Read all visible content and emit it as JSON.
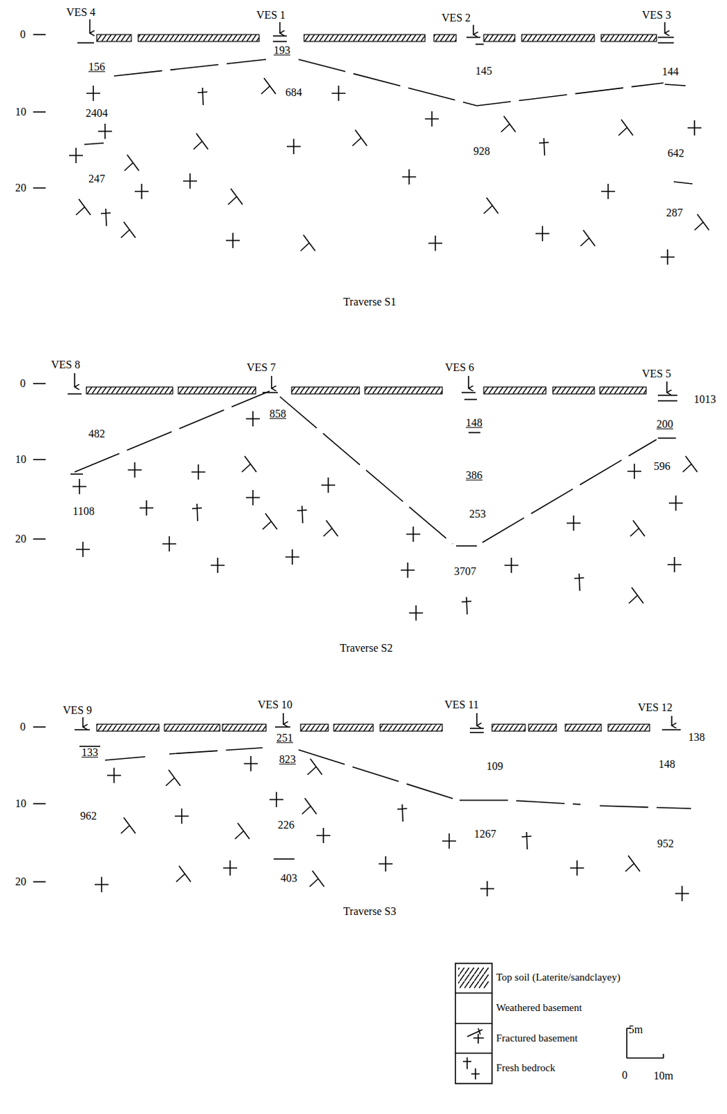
{
  "diagram": {
    "labels": [
      "VES 4",
      "VES 1",
      "VES 2",
      "VES 3",
      "0",
      "193",
      "156",
      "145",
      "144",
      "684",
      "10",
      "2404",
      "928",
      "642",
      "20",
      "247",
      "287",
      "Traverse S1",
      "VES 8",
      "VES 7",
      "VES 6",
      "VES 5",
      "0",
      "1013",
      "858",
      "482",
      "148",
      "200",
      "10",
      "386",
      "596",
      "1108",
      "253",
      "20",
      "3707",
      "Traverse S2",
      "VES 9",
      "VES 10",
      "VES 11",
      "VES 12",
      "0",
      "251",
      "138",
      "133",
      "823",
      "109",
      "148",
      "10",
      "962",
      "226",
      "1267",
      "952",
      "20",
      "403",
      "Traverse S3",
      "5m",
      "0",
      "10m"
    ],
    "legend": [
      {
        "text": "Top soil (Laterite/sandclayey)"
      },
      {
        "text": "Weathered basement"
      },
      {
        "text": "Fractured basement"
      },
      {
        "text": "Fresh bedrock"
      }
    ]
  }
}
